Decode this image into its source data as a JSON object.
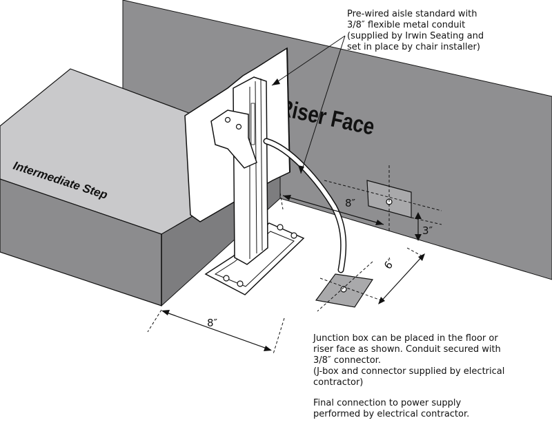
{
  "labels": {
    "riser_face": "Riser Face",
    "intermediate_step": "Intermediate Step"
  },
  "dimensions": {
    "floor_depth": "8″",
    "riser_offset": "8″",
    "riser_height": "3″",
    "floor_offset": "6″"
  },
  "notes": {
    "conduit_lines": [
      "Pre-wired aisle standard with",
      "3/8″ flexible metal conduit",
      "(supplied by Irwin Seating and",
      "set in place by chair installer)"
    ],
    "junction_lines": [
      "Junction box can be placed in the floor or",
      "riser face as shown. Conduit secured with",
      "3/8″ connector.",
      "(J-box and connector supplied by electrical",
      "contractor)"
    ],
    "final_lines": [
      "Final connection to power supply",
      "performed by electrical contractor."
    ]
  },
  "colors": {
    "riser_face": "#8f8f91",
    "step_top": "#c9c9cb",
    "step_front": "#8c8c8e",
    "step_side": "#7d7d7f",
    "junction_box": "#a9a9ab",
    "outline": "#111111"
  }
}
